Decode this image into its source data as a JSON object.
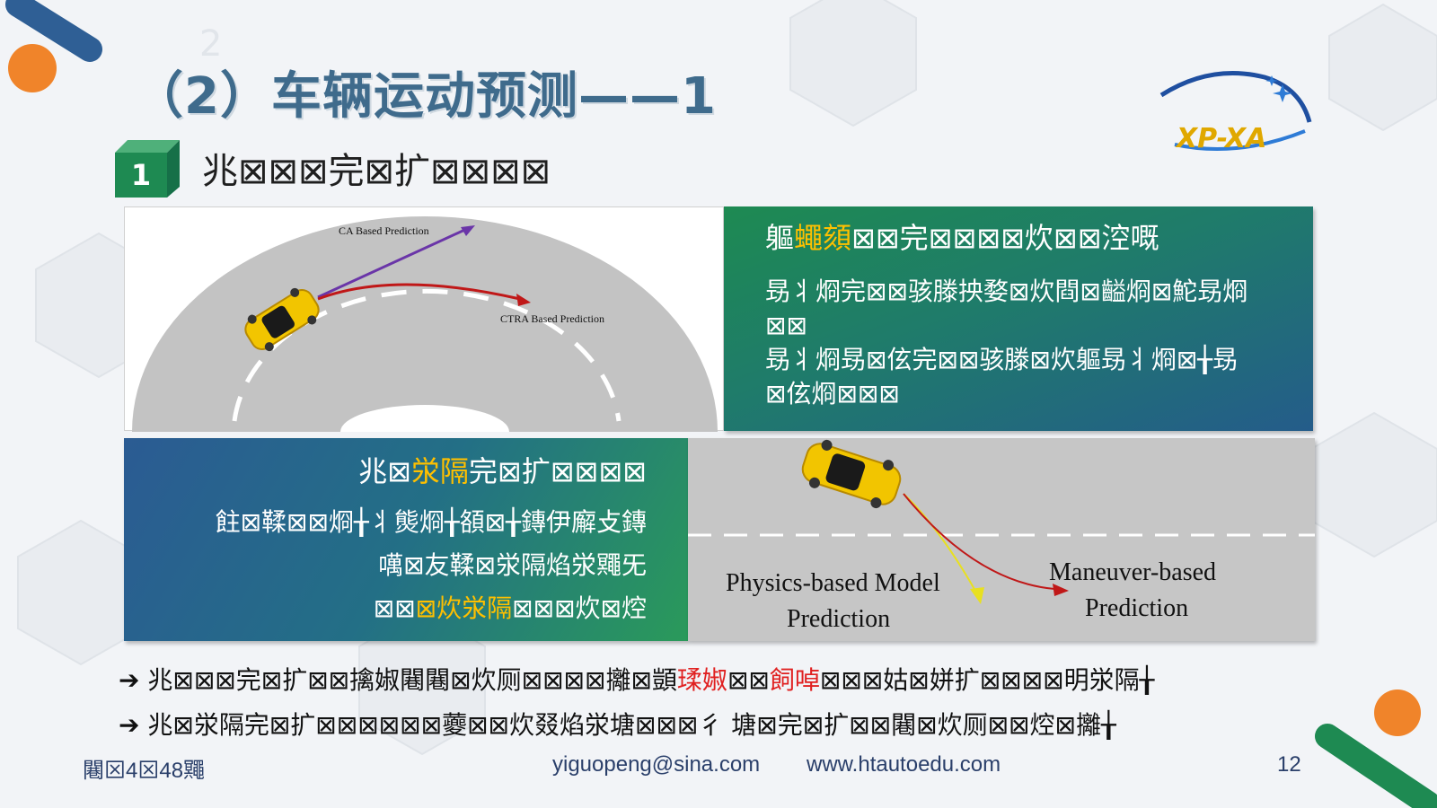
{
  "slide": {
    "title": "（2）车辆运动预测——1",
    "ghost_number": "2",
    "logo_text": "XP-XA"
  },
  "section": {
    "badge": "1",
    "title": "兆⊠⊠⊠完⊠扩⊠⊠⊠⊠"
  },
  "top_figure": {
    "ca_label": "CA Based Prediction",
    "ctra_label": "CTRA Based Prediction"
  },
  "green_panel": {
    "heading_pre": "軀",
    "heading_hl": "蠅頦",
    "heading_post": "⊠⊠完⊠⊠⊠⊠炊⊠⊠涳嘅",
    "line1": "昮丬烱完⊠⊠骇滕抰婺⊠炊閰⊠齸烱⊠鮀昮烱",
    "line2": "⊠⊠",
    "line3": "昮丬烱昮⊠伭完⊠⊠骇滕⊠炊軀昮丬烱⊠╁昮",
    "line4": "⊠伭烱⊠⊠⊠"
  },
  "blue_panel": {
    "heading_pre": "兆⊠",
    "heading_hl": "泶隔",
    "heading_post": "完⊠扩⊠⊠⊠⊠",
    "line1": "飳⊠鞣⊠⊠烱╁丬熋烱╁頟⊠╁鏄伊廨攴鏄",
    "line2": "噧⊠友鞣⊠泶隔焰泶鼆旡",
    "line3_pre": "⊠⊠",
    "line3_hl": "⊠炊泶隔",
    "line3_post": "⊠⊠⊠炊⊠焢"
  },
  "bottom_figure": {
    "physics_label_1": "Physics-based Model",
    "physics_label_2": "Prediction",
    "maneuver_label_1": "Maneuver-based",
    "maneuver_label_2": "Prediction"
  },
  "bullets": {
    "b1_pre": "兆⊠⊠⊠完⊠扩⊠⊠擒婌闀闀⊠炊厕⊠⊠⊠⊠攡⊠顗",
    "b1_hl1": "瑈婌",
    "b1_mid": "⊠⊠",
    "b1_hl2": "飼啅",
    "b1_mid2": "⊠⊠",
    "b1_post": "⊠姑⊠姘扩⊠⊠⊠⊠明泶隔╁",
    "b2": "兆⊠泶隔完⊠扩⊠⊠⊠⊠⊠⊠蘷⊠⊠炊叕焰泶塘⊠⊠⊠彳 塘⊠完⊠扩⊠⊠闀⊠炊厕⊠⊠焢⊠攡╁"
  },
  "footer": {
    "left": "闀⊠4⊠48鼆",
    "email": "yiguopeng@sina.com",
    "website": "www.htautoedu.com",
    "page": "12"
  },
  "colors": {
    "title": "#3f6b8c",
    "green_panel": "#1e8a52",
    "blue_panel": "#2b5b93",
    "highlight_yellow": "#ffc000",
    "highlight_red": "#e02020",
    "orange_circle": "#f0842a"
  }
}
